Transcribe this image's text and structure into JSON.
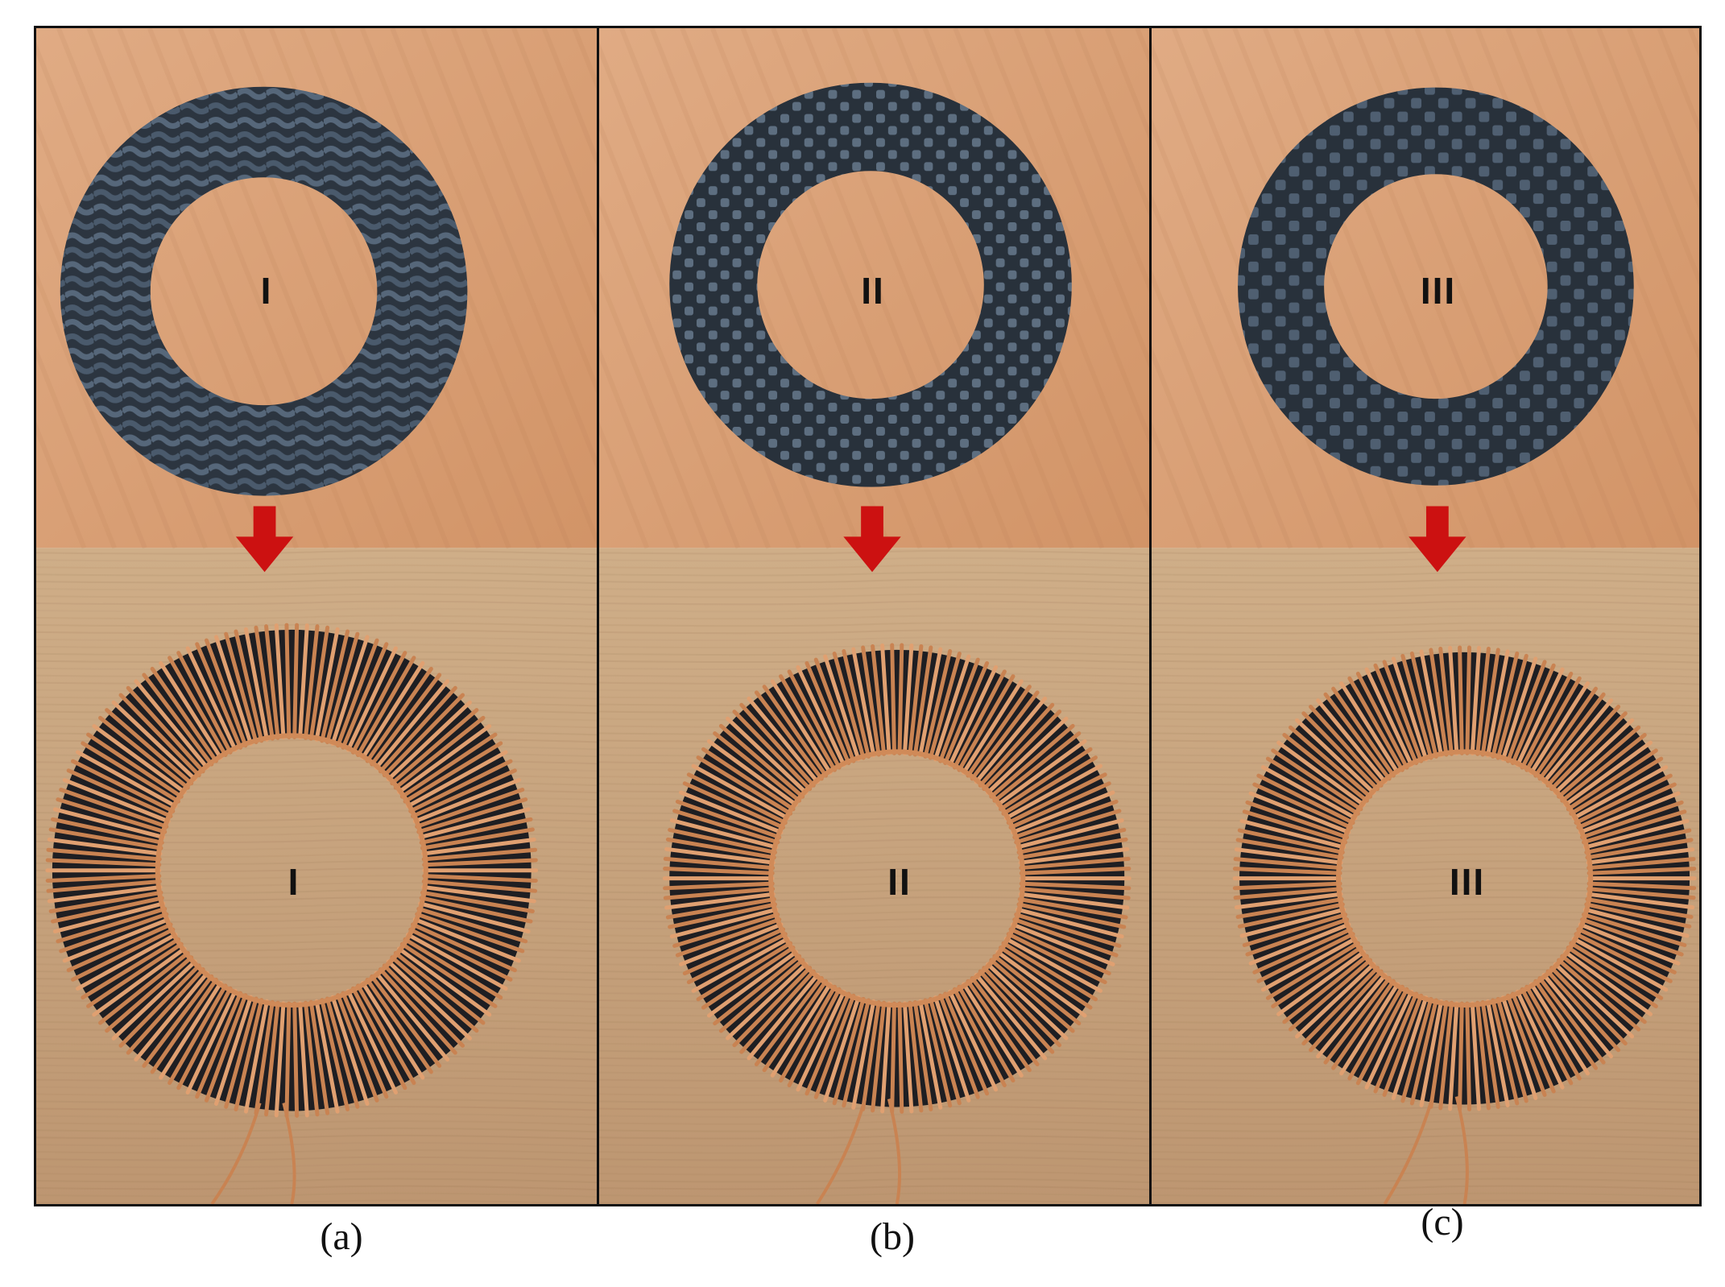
{
  "panels": [
    {
      "id": "a",
      "ring_label": "I",
      "caption": "(a)",
      "weave": "twill"
    },
    {
      "id": "b",
      "ring_label": "II",
      "caption": "(b)",
      "weave": "plain-fine"
    },
    {
      "id": "c",
      "ring_label": "III",
      "caption": "(c)",
      "weave": "plain-coarse"
    }
  ],
  "colors": {
    "wood_top": "#d9a074",
    "wood_bottom": "#c7a27a",
    "carbon_fiber": "#2e3742",
    "copper_wire": "#c98352",
    "arrow": "#cc1111"
  },
  "icons": {
    "arrow": "down-arrow-icon"
  }
}
